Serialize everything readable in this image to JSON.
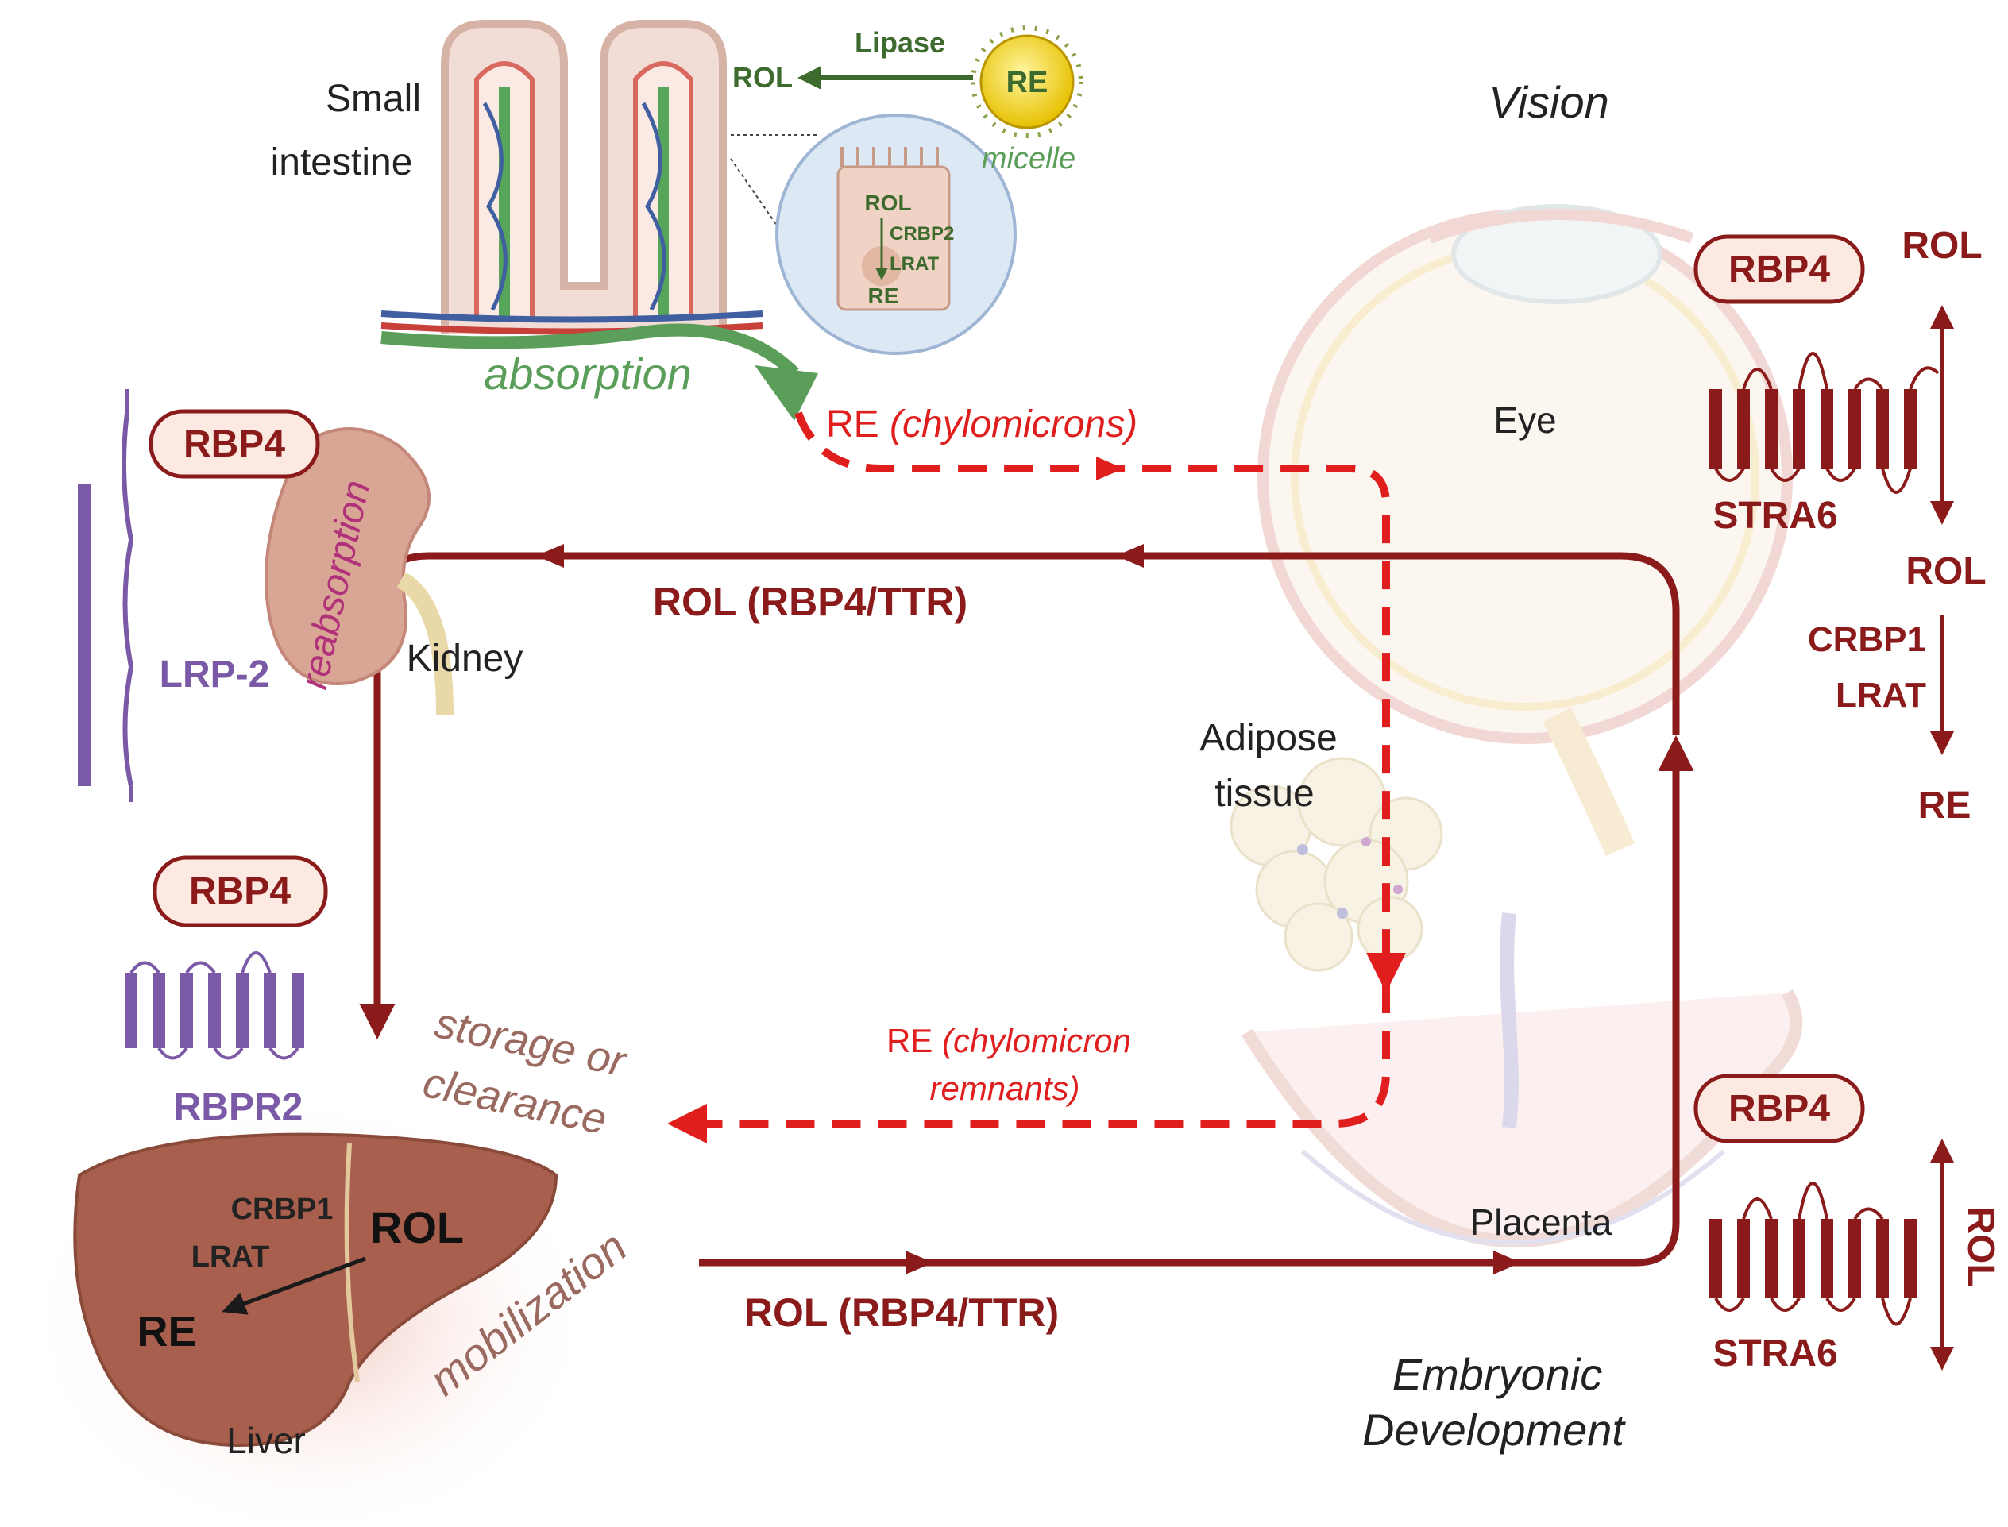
{
  "colors": {
    "dark_red": "#8b1a1a",
    "red": "#e01e1e",
    "green": "#5a9e5a",
    "dark_green": "#3d6b2e",
    "purple": "#7a5aa6",
    "liver": "#a85f4d",
    "faint_pink": "#f3d9d6"
  },
  "intestine": {
    "label_line1": "Small",
    "label_line2": "intestine",
    "rol": "ROL",
    "lipase": "Lipase",
    "re": "RE",
    "micelle": "micelle",
    "cell_rol": "ROL",
    "cell_crbp2": "CRBP2",
    "cell_lrat": "LRAT",
    "cell_re": "RE",
    "absorption": "absorption"
  },
  "chylomicrons": {
    "label_prefix": "RE ",
    "label_italic": "(chylomicrons)"
  },
  "kidney": {
    "rbp4": "RBP4",
    "reabsorption": "reabsorption",
    "label": "Kidney",
    "lrp2": "LRP-2"
  },
  "circulation": {
    "top_label": "ROL (RBP4/TTR)",
    "bottom_label": "ROL (RBP4/TTR)"
  },
  "vision": {
    "title": "Vision",
    "eye_label": "Eye",
    "rbp4": "RBP4",
    "stra6": "STRA6",
    "rol_top": "ROL",
    "rol_mid": "ROL",
    "crbp1": "CRBP1",
    "lrat": "LRAT",
    "re": "RE"
  },
  "adipose": {
    "line1": "Adipose",
    "line2": "tissue"
  },
  "remnants": {
    "line1_prefix": "RE ",
    "line1_italic": "(chylomicron",
    "line2": "remnants)"
  },
  "liver": {
    "rbp4": "RBP4",
    "rbpr2": "RBPR2",
    "storage_line1": "storage or",
    "storage_line2": "clearance",
    "crbp1": "CRBP1",
    "lrat": "LRAT",
    "rol": "ROL",
    "re": "RE",
    "label": "Liver",
    "mobilization": "mobilization"
  },
  "embryo": {
    "placenta": "Placenta",
    "rbp4": "RBP4",
    "stra6": "STRA6",
    "rol": "ROL",
    "title_line1": "Embryonic",
    "title_line2": "Development"
  }
}
